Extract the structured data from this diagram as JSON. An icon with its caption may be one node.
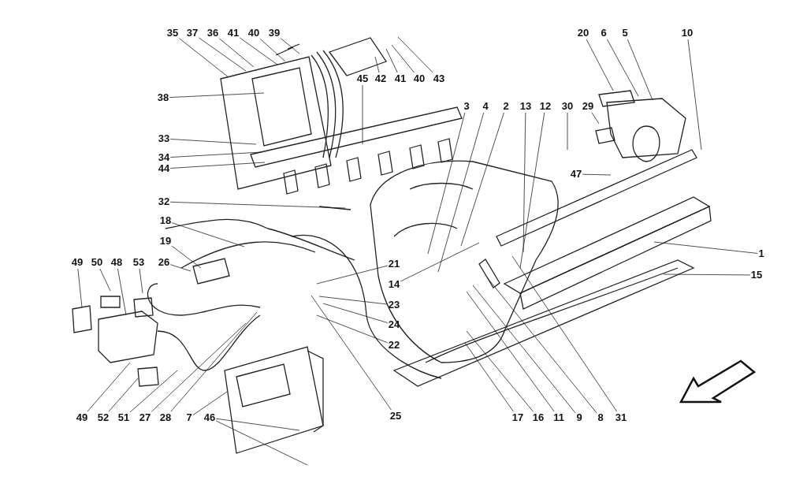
{
  "diagram": {
    "nodes": [
      {
        "text": [
          "35"
        ]
      },
      {
        "text": [
          "37"
        ]
      },
      {
        "text": [
          "36"
        ]
      },
      {
        "text": [
          "41"
        ]
      },
      {
        "text": [
          "40"
        ]
      },
      {
        "text": [
          "39"
        ]
      },
      {
        "text": [
          "20"
        ]
      },
      {
        "text": [
          "6"
        ]
      },
      {
        "text": [
          "5"
        ]
      },
      {
        "text": [
          "10"
        ]
      },
      {
        "text": [
          "45"
        ]
      },
      {
        "text": [
          "42"
        ]
      },
      {
        "text": [
          "41"
        ]
      },
      {
        "text": [
          "40"
        ]
      },
      {
        "text": [
          "43"
        ]
      },
      {
        "text": [
          "38"
        ]
      },
      {
        "text": [
          "3"
        ]
      },
      {
        "text": [
          "4"
        ]
      },
      {
        "text": [
          "2"
        ]
      },
      {
        "text": [
          "13"
        ]
      },
      {
        "text": [
          "12"
        ]
      },
      {
        "text": [
          "30"
        ]
      },
      {
        "text": [
          "29"
        ]
      },
      {
        "text": [
          "33"
        ]
      },
      {
        "text": [
          "34"
        ]
      },
      {
        "text": [
          "44"
        ]
      },
      {
        "text": [
          "47"
        ]
      },
      {
        "text": [
          "32"
        ]
      },
      {
        "text": [
          "18"
        ]
      },
      {
        "text": [
          "19"
        ]
      },
      {
        "text": [
          "26"
        ]
      },
      {
        "text": [
          "1"
        ]
      },
      {
        "text": [
          "49"
        ]
      },
      {
        "text": [
          "50"
        ]
      },
      {
        "text": [
          "48"
        ]
      },
      {
        "text": [
          "53"
        ]
      },
      {
        "text": [
          "21"
        ]
      },
      {
        "text": [
          "15"
        ]
      },
      {
        "text": [
          "14"
        ]
      },
      {
        "text": [
          "23"
        ]
      },
      {
        "text": [
          "24"
        ]
      },
      {
        "text": [
          "22"
        ]
      },
      {
        "text": [
          "25"
        ]
      },
      {
        "text": [
          "49"
        ]
      },
      {
        "text": [
          "52"
        ]
      },
      {
        "text": [
          "51"
        ]
      },
      {
        "text": [
          "27"
        ]
      },
      {
        "text": [
          "28"
        ]
      },
      {
        "text": [
          "7"
        ]
      },
      {
        "text": [
          "46"
        ]
      },
      {
        "text": [
          "17"
        ]
      },
      {
        "text": [
          "16"
        ]
      },
      {
        "text": [
          "11"
        ]
      },
      {
        "text": [
          "9"
        ]
      },
      {
        "text": [
          "8"
        ]
      },
      {
        "text": [
          "31"
        ]
      }
    ],
    "edges": [
      {
        "from": 0,
        "to": null,
        "arrow": "none"
      },
      {
        "from": 1,
        "to": null,
        "arrow": "none"
      },
      {
        "from": 2,
        "to": null,
        "arrow": "none"
      },
      {
        "from": 3,
        "to": null,
        "arrow": "none"
      },
      {
        "from": 4,
        "to": null,
        "arrow": "none"
      },
      {
        "from": 5,
        "to": null,
        "arrow": "none"
      },
      {
        "from": 6,
        "to": null,
        "arrow": "none"
      },
      {
        "from": 7,
        "to": null,
        "arrow": "none"
      },
      {
        "from": 8,
        "to": null,
        "arrow": "none"
      },
      {
        "from": 9,
        "to": null,
        "arrow": "none"
      },
      {
        "from": 10,
        "to": null,
        "arrow": "none"
      },
      {
        "from": 11,
        "to": null,
        "arrow": "none"
      },
      {
        "from": 12,
        "to": null,
        "arrow": "none"
      },
      {
        "from": 13,
        "to": null,
        "arrow": "none"
      },
      {
        "from": 14,
        "to": null,
        "arrow": "none"
      },
      {
        "from": 15,
        "to": null,
        "arrow": "none"
      },
      {
        "from": 16,
        "to": null,
        "arrow": "none"
      },
      {
        "from": 17,
        "to": null,
        "arrow": "none"
      },
      {
        "from": 18,
        "to": null,
        "arrow": "none"
      },
      {
        "from": 19,
        "to": null,
        "arrow": "none"
      },
      {
        "from": 20,
        "to": null,
        "arrow": "none"
      },
      {
        "from": 21,
        "to": null,
        "arrow": "none"
      },
      {
        "from": 22,
        "to": null,
        "arrow": "none"
      },
      {
        "from": 23,
        "to": null,
        "arrow": "none"
      },
      {
        "from": 24,
        "to": null,
        "arrow": "none"
      },
      {
        "from": 25,
        "to": null,
        "arrow": "none"
      },
      {
        "from": 26,
        "to": null,
        "arrow": "none"
      },
      {
        "from": 27,
        "to": null,
        "arrow": "none"
      },
      {
        "from": 28,
        "to": null,
        "arrow": "none"
      },
      {
        "from": 29,
        "to": null,
        "arrow": "none"
      },
      {
        "from": 30,
        "to": null,
        "arrow": "none"
      },
      {
        "from": 31,
        "to": null,
        "arrow": "none"
      },
      {
        "from": 32,
        "to": null,
        "arrow": "none"
      },
      {
        "from": 33,
        "to": null,
        "arrow": "none"
      },
      {
        "from": 34,
        "to": null,
        "arrow": "none"
      },
      {
        "from": 35,
        "to": null,
        "arrow": "none"
      },
      {
        "from": 36,
        "to": null,
        "arrow": "none"
      },
      {
        "from": 37,
        "to": null,
        "arrow": "none"
      },
      {
        "from": 38,
        "to": null,
        "arrow": "none"
      },
      {
        "from": 39,
        "to": null,
        "arrow": "none"
      },
      {
        "from": 40,
        "to": null,
        "arrow": "none"
      },
      {
        "from": 41,
        "to": null,
        "arrow": "none"
      },
      {
        "from": 42,
        "to": null,
        "arrow": "none"
      },
      {
        "from": 43,
        "to": null,
        "arrow": "none"
      },
      {
        "from": 44,
        "to": null,
        "arrow": "none"
      },
      {
        "from": 45,
        "to": null,
        "arrow": "none"
      },
      {
        "from": 46,
        "to": null,
        "arrow": "none"
      },
      {
        "from": 47,
        "to": null,
        "arrow": "none"
      },
      {
        "from": 48,
        "to": null,
        "arrow": "none"
      },
      {
        "from": 49,
        "to": null,
        "arrow": "none"
      },
      {
        "from": 50,
        "to": null,
        "arrow": "none"
      },
      {
        "from": 51,
        "to": null,
        "arrow": "none"
      },
      {
        "from": 52,
        "to": null,
        "arrow": "none"
      },
      {
        "from": 53,
        "to": null,
        "arrow": "none"
      },
      {
        "from": 54,
        "to": null,
        "arrow": "none"
      },
      {
        "from": 55,
        "to": null,
        "arrow": "none"
      },
      {
        "from": 49,
        "to": null,
        "arrow": "none"
      }
    ]
  }
}
